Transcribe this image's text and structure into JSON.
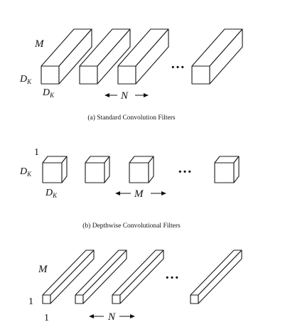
{
  "panels": [
    {
      "id": "a",
      "caption": "(a) Standard Convolution Filters",
      "depth_label": "M",
      "height_label": "D",
      "height_sub": "K",
      "width_label": "D",
      "width_sub": "K",
      "count_label": "N",
      "ellipsis": "…"
    },
    {
      "id": "b",
      "caption": "(b) Depthwise Convolutional Filters",
      "depth_label": "1",
      "height_label": "D",
      "height_sub": "K",
      "width_label": "D",
      "width_sub": "K",
      "count_label": "M",
      "ellipsis": "…"
    },
    {
      "id": "c",
      "caption": "",
      "depth_label": "M",
      "height_label": "1",
      "height_sub": "",
      "width_label": "1",
      "width_sub": "",
      "count_label": "N",
      "ellipsis": "…"
    }
  ]
}
